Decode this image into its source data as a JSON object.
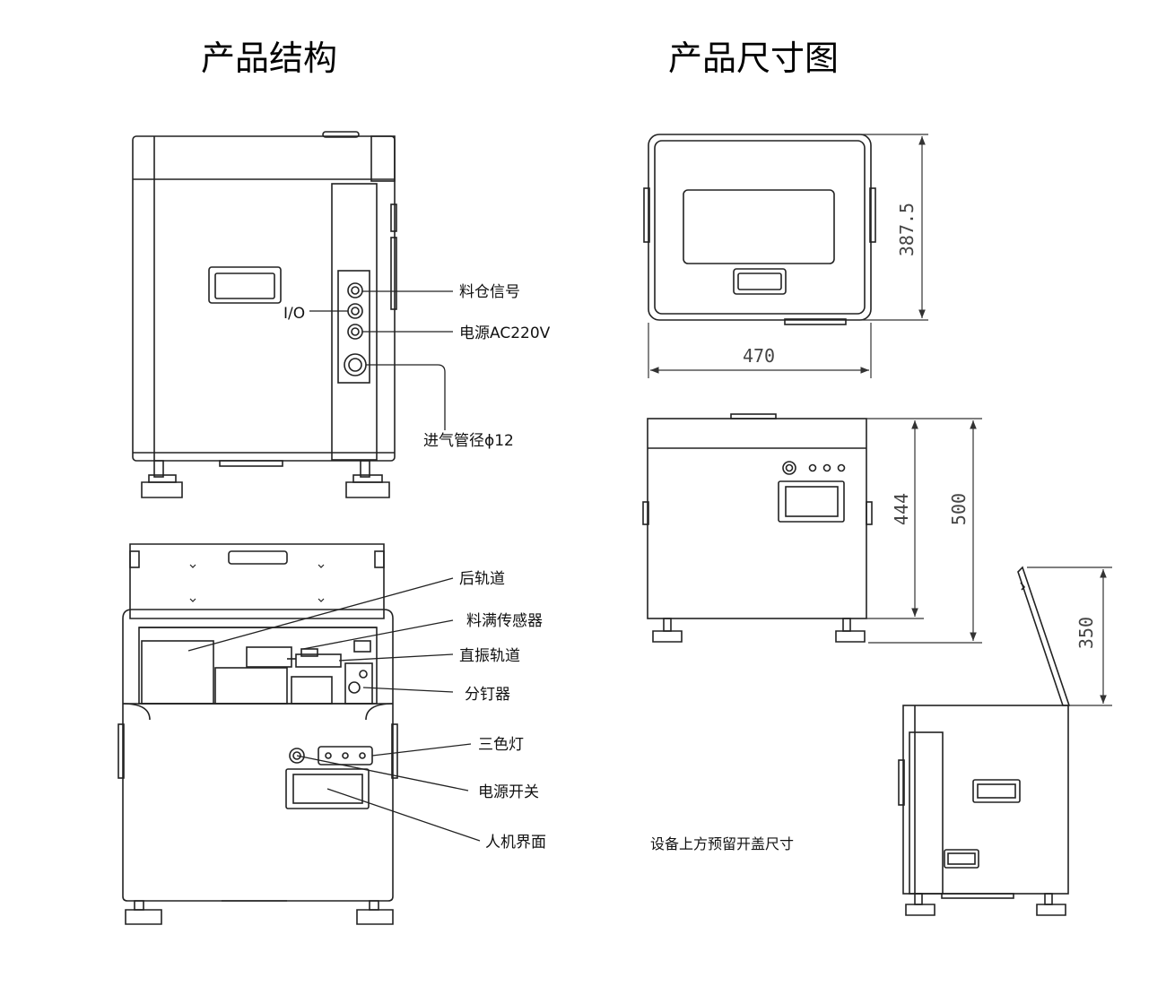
{
  "titles": {
    "structure": "产品结构",
    "dimensions": "产品尺寸图"
  },
  "back_view_labels": {
    "io": "I/O",
    "hopper_signal": "料仓信号",
    "power_ac": "电源AC220V",
    "air_pipe": "进气管径ϕ12"
  },
  "front_view_labels": {
    "rear_track": "后轨道",
    "full_sensor": "料满传感器",
    "linear_track": "直振轨道",
    "separator": "分钉器",
    "tri_light": "三色灯",
    "power_switch": "电源开关",
    "hmi": "人机界面"
  },
  "dimensions": {
    "top_depth": "387.5",
    "top_width": "470",
    "body_height": "444",
    "total_height": "500",
    "lid_clearance": "350"
  },
  "note": "设备上方预留开盖尺寸",
  "colors": {
    "line": "#222222",
    "dim_line": "#333333",
    "text": "#111111"
  }
}
